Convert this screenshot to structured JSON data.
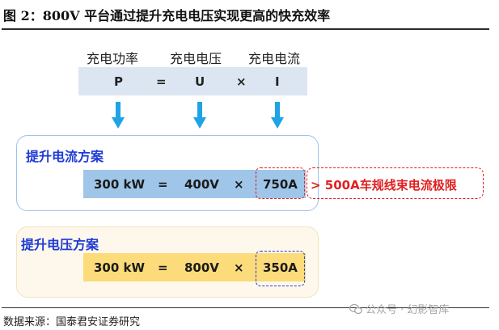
{
  "title": "图 2：800V 平台通过提升充电电压实现更高的快充效率",
  "header": {
    "labels": [
      "充电功率",
      "充电电压",
      "充电电流"
    ],
    "formula": {
      "p": "P",
      "eq": "=",
      "u": "U",
      "times": "×",
      "i": "I"
    }
  },
  "plan_current": {
    "label": "提升电流方案",
    "power": "300 kW",
    "eq": "=",
    "voltage": "400V",
    "times": "×",
    "current": "750A",
    "note": "> 500A车规线束电流极限"
  },
  "plan_voltage": {
    "label": "提升电压方案",
    "power": "300 kW",
    "eq": "=",
    "voltage": "800V",
    "times": "×",
    "current": "350A"
  },
  "source": "数据来源：国泰君安证券研究",
  "watermark": "公众号 · 幻影智库",
  "colors": {
    "formula_band": "#dce6f2",
    "current_band": "#9fc5e8",
    "voltage_band": "#fbdb7a",
    "arrow": "#1ea3e6",
    "limit_red": "#e02020",
    "label_blue": "#1f3bd6"
  }
}
